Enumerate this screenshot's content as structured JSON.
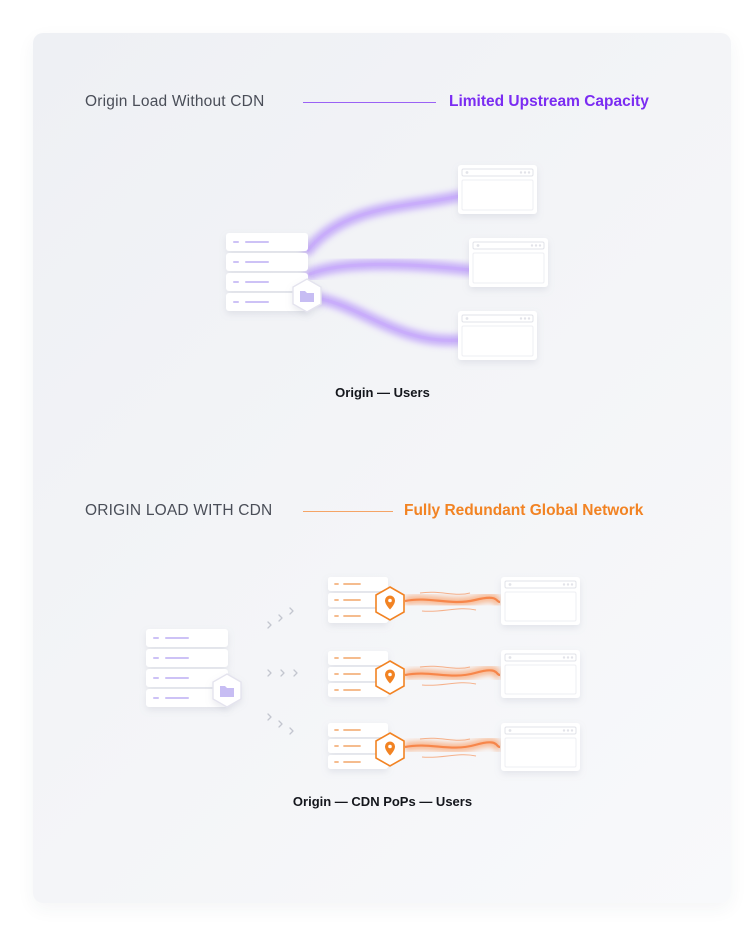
{
  "colors": {
    "background": "#f1f2f6",
    "purple": "#7b2cf2",
    "purple_glow": "#b08cf7",
    "orange": "#f28323",
    "orange_glow": "#f9a06a",
    "server_dash_purple": "#cdc2f6",
    "server_dash_orange": "#f4b27e",
    "hex_purple_fill": "#c7bdf3"
  },
  "section1": {
    "heading": "Origin Load Without CDN",
    "accent": "Limited Upstream Capacity",
    "caption": "Origin — Users",
    "icons": [
      "server-stack-icon",
      "folder-icon",
      "browser-window-icon"
    ]
  },
  "section2": {
    "heading": "ORIGIN LOAD WITH CDN",
    "accent": "Fully Redundant Global Network",
    "caption": "Origin — CDN PoPs — Users",
    "icons": [
      "server-stack-icon",
      "folder-icon",
      "map-pin-icon",
      "browser-window-icon",
      "chevron-right-icon"
    ]
  }
}
